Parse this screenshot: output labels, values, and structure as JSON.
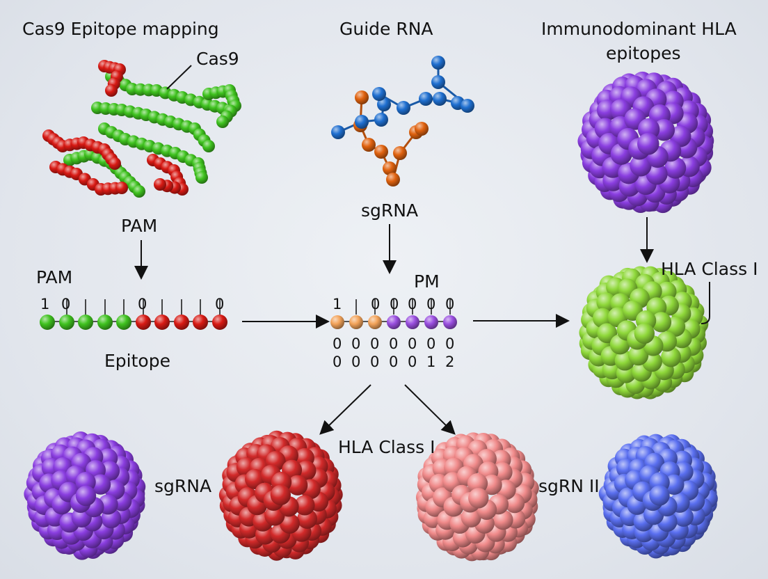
{
  "titles": {
    "cas9_epitope_mapping": "Cas9 Epitope mapping",
    "guide_rna": "Guide RNA",
    "immunodominant_line1": "Immunodominant HLA",
    "immunodominant_line2": "epitopes"
  },
  "labels": {
    "cas9": "Cas9",
    "pam_top": "PAM",
    "pam_left": "PAM",
    "sgrna_mid": "sgRNA",
    "pm": "PM",
    "epitope": "Epitope",
    "hla_class_i_right": "HLA Class I",
    "hla_class_i_bottom": "HLA Class I",
    "sgrna_bottom": "sgRNA",
    "sgrn_ii": "sgRN II"
  },
  "left_chain": {
    "top_numbers": [
      "1",
      "0",
      "0",
      "0"
    ],
    "bead_colors": [
      "green",
      "green",
      "green",
      "green",
      "green",
      "red",
      "red",
      "red",
      "red",
      "red"
    ]
  },
  "mid_chain": {
    "top_numbers": [
      "1",
      "0",
      "0",
      "0",
      "0",
      "0"
    ],
    "row2": [
      "0",
      "0",
      "0",
      "0",
      "0",
      "0",
      "0"
    ],
    "row3": [
      "0",
      "0",
      "0",
      "0",
      "0",
      "1",
      "2"
    ],
    "bead_colors": [
      "orange",
      "orange",
      "orange",
      "purple",
      "purple",
      "purple",
      "purple"
    ]
  },
  "colors": {
    "green": "#3fc21f",
    "red": "#d81a14",
    "blue": "#1f6fd0",
    "orange": "#e0620f",
    "purple": "#8a3ee0",
    "lime": "#8fd83a",
    "crimson": "#d22a2a",
    "salmon": "#f08a8a",
    "periwinkle": "#5a6ff0",
    "light_orange": "#f3a35a",
    "chain_purple": "#9a4fe0"
  }
}
